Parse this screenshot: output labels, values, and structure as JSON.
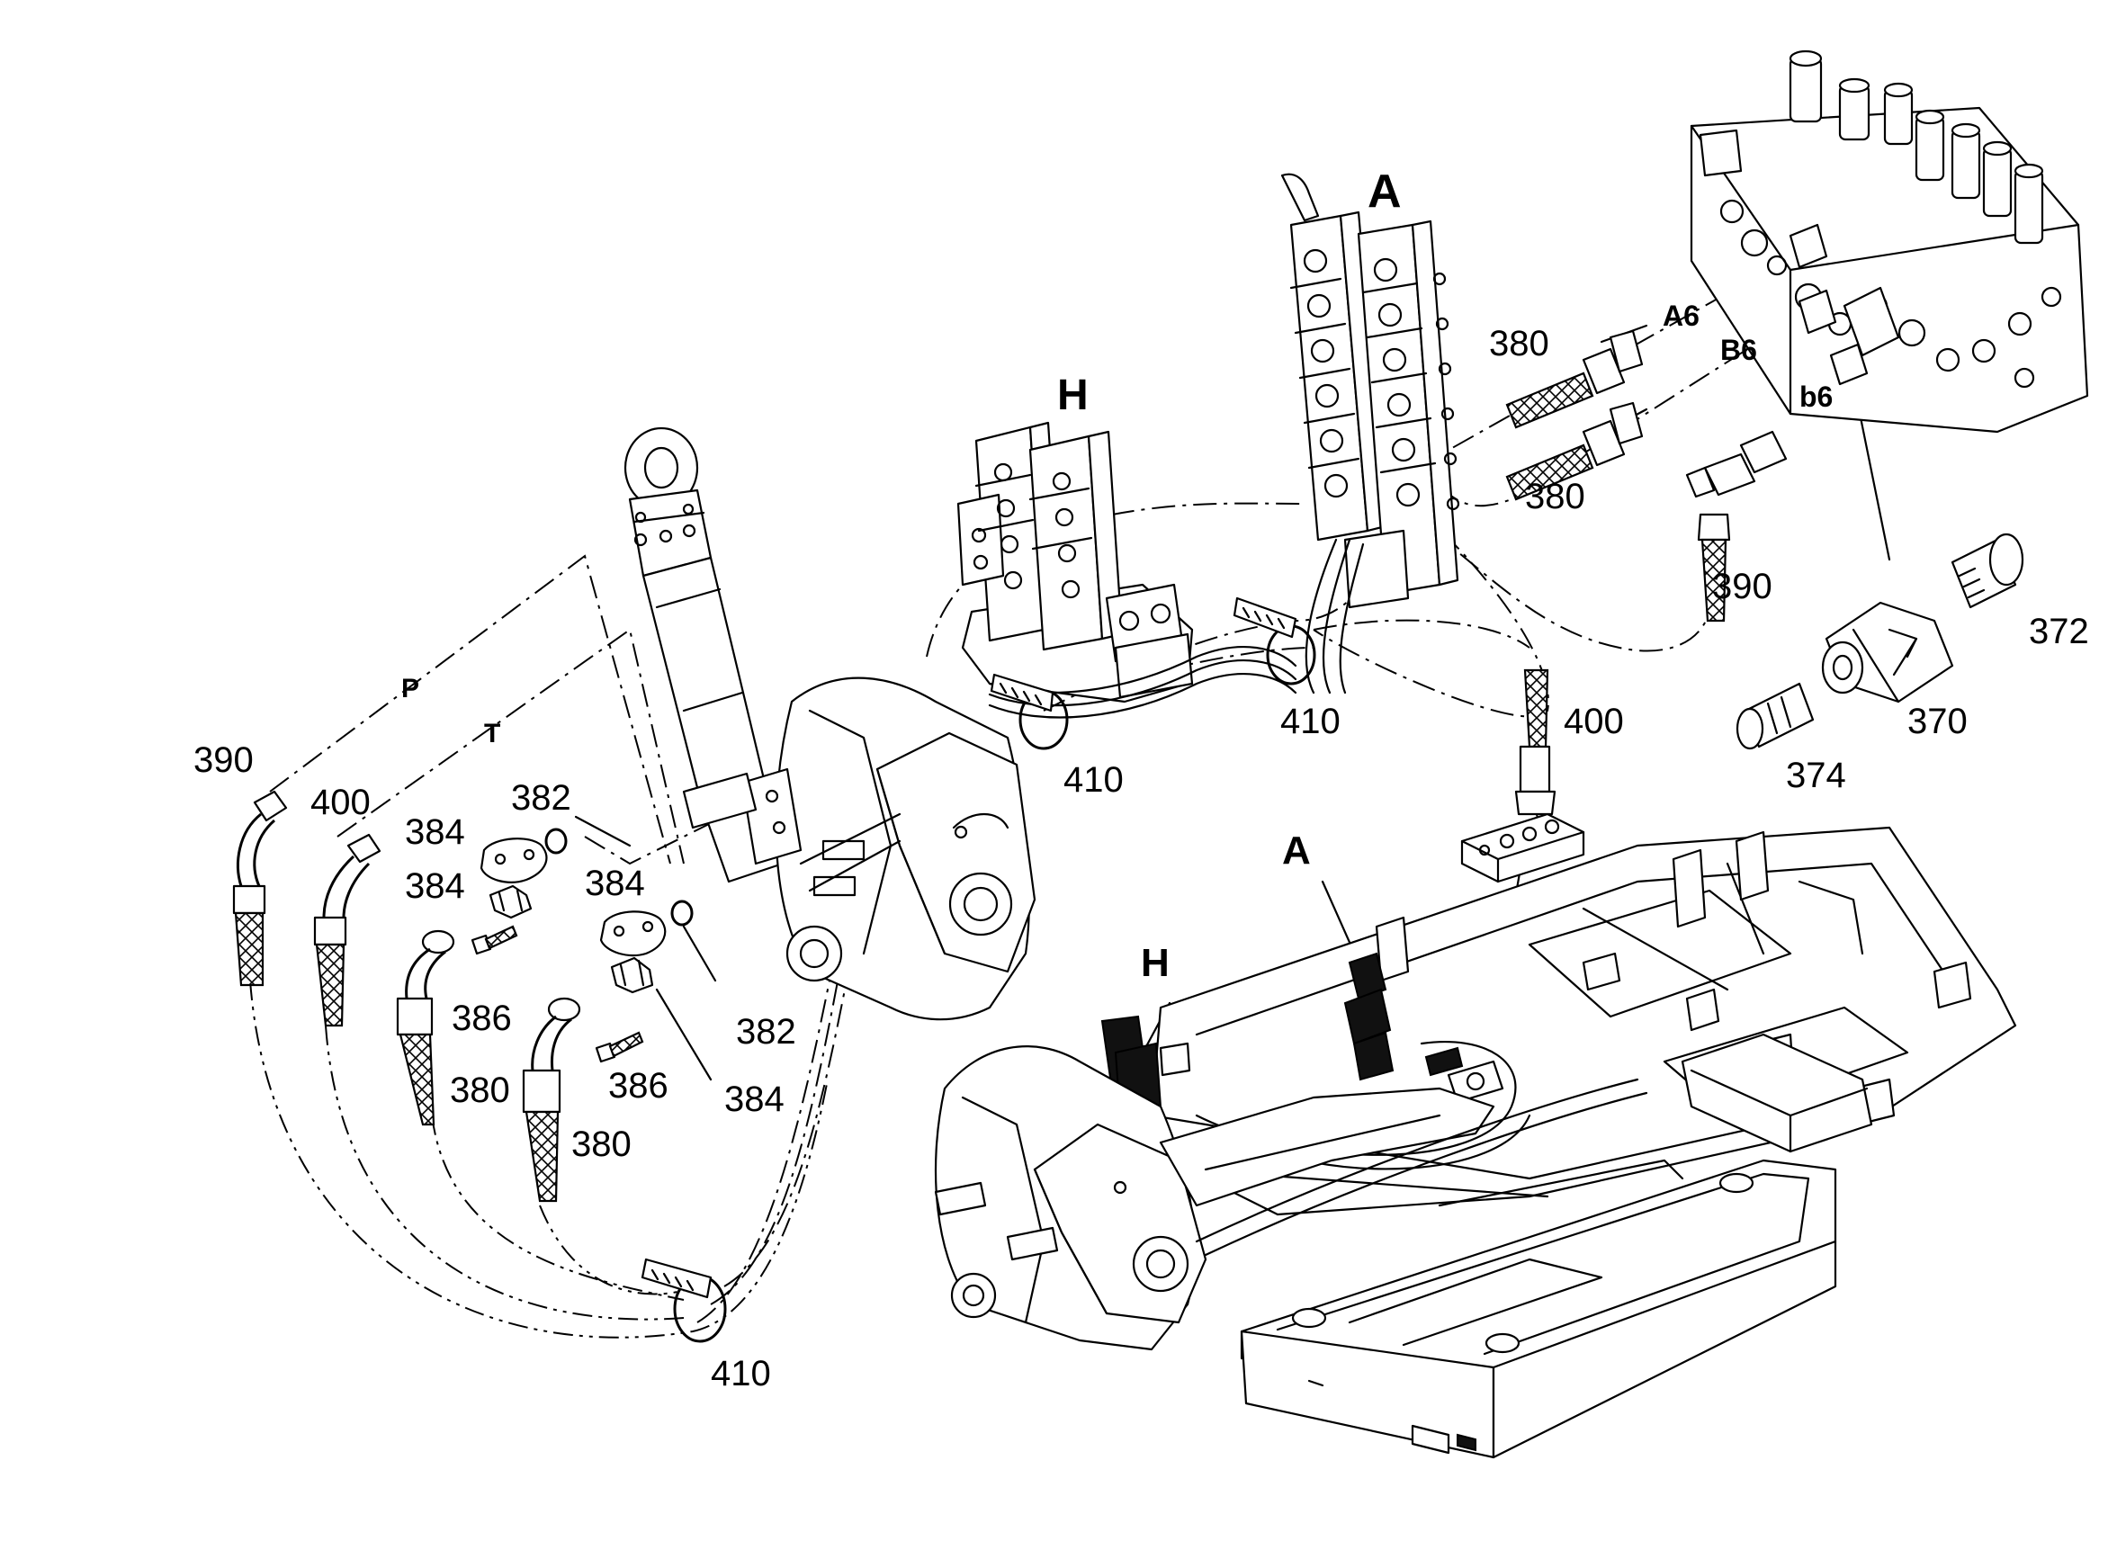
{
  "labels": {
    "A_top": "A",
    "H_top": "H",
    "A_frame": "A",
    "H_frame": "H",
    "P": "P",
    "T": "T",
    "A6": "A6",
    "B6": "B6",
    "b6": "b6",
    "n380_a": "380",
    "n380_b": "380",
    "n380_c": "380",
    "n380_d": "380",
    "n390_a": "390",
    "n390_b": "390",
    "n400_a": "400",
    "n400_b": "400",
    "n410_a": "410",
    "n410_b": "410",
    "n410_c": "410",
    "n382_a": "382",
    "n382_b": "382",
    "n384_a": "384",
    "n384_b": "384",
    "n384_c": "384",
    "n384_d": "384",
    "n386_a": "386",
    "n386_b": "386",
    "n370": "370",
    "n372": "372",
    "n374": "374"
  }
}
